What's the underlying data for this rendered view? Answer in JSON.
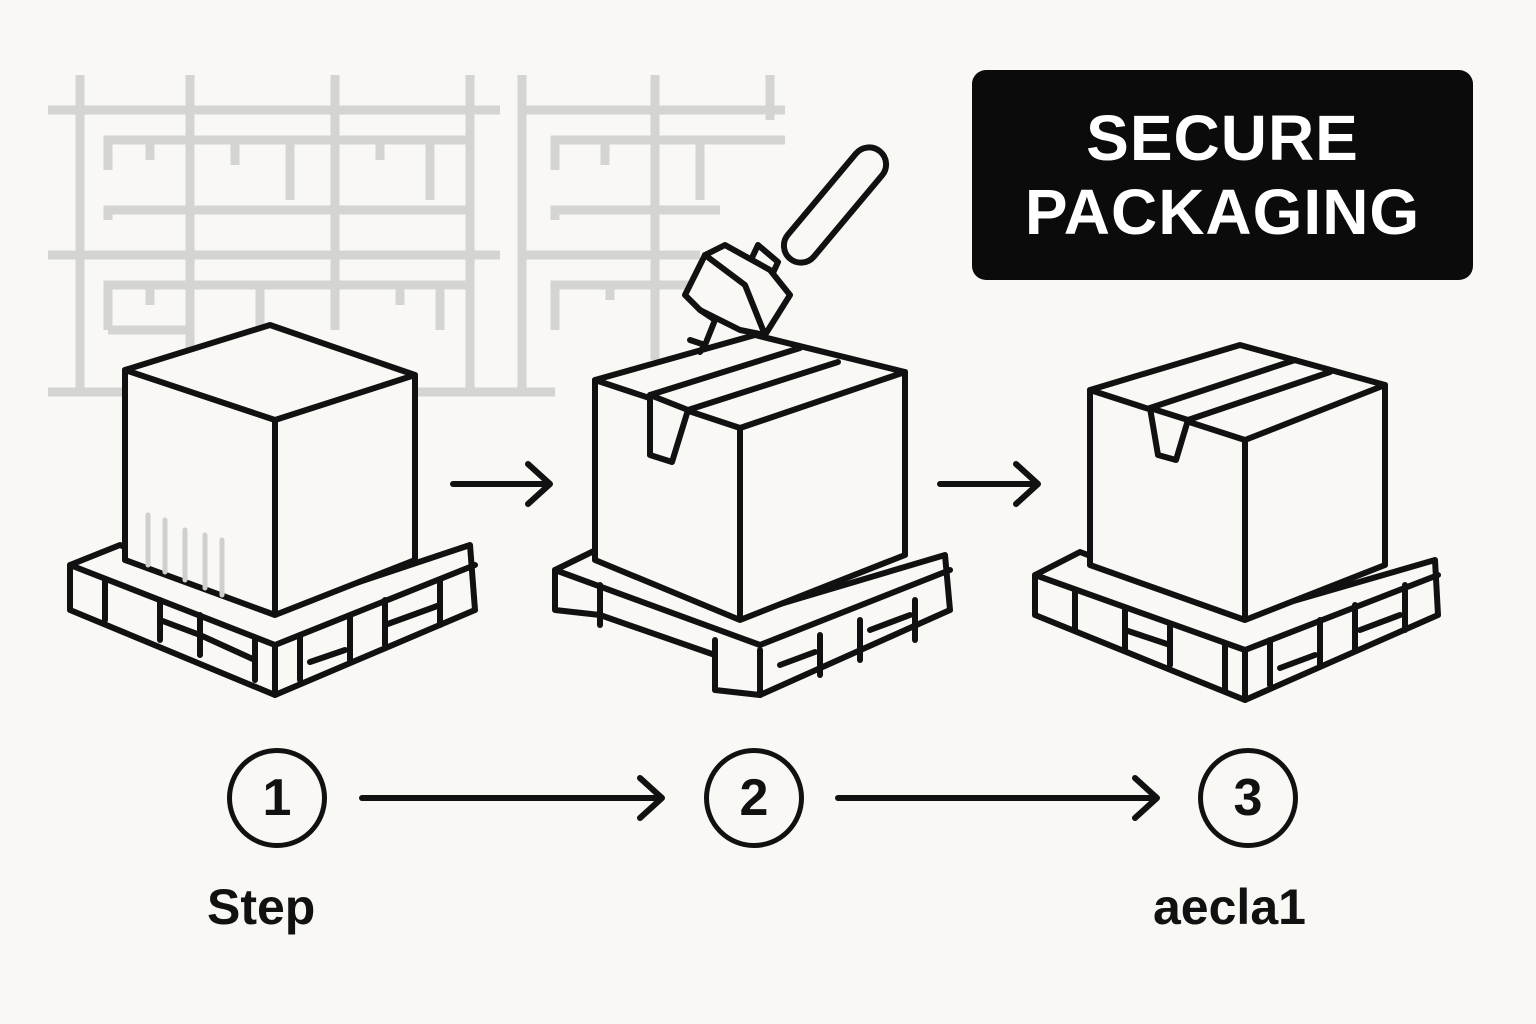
{
  "title": {
    "line1": "SECURE",
    "line2": "PACKAGING"
  },
  "steps": [
    {
      "number": "1",
      "label": "Step"
    },
    {
      "number": "2",
      "label": ""
    },
    {
      "number": "3",
      "label": "aecla1"
    }
  ],
  "icons": {
    "background": "warehouse-shelving-icon",
    "box1": "box-on-pallet-icon",
    "box2": "taped-box-on-pallet-icon",
    "box3": "sealed-box-on-pallet-icon",
    "tool": "tape-gun-icon"
  },
  "colors": {
    "background": "#f9f8f4",
    "ink": "#111111",
    "shelving": "#d4d4d2",
    "title_bg": "#0b0b0b",
    "title_text": "#ffffff"
  }
}
